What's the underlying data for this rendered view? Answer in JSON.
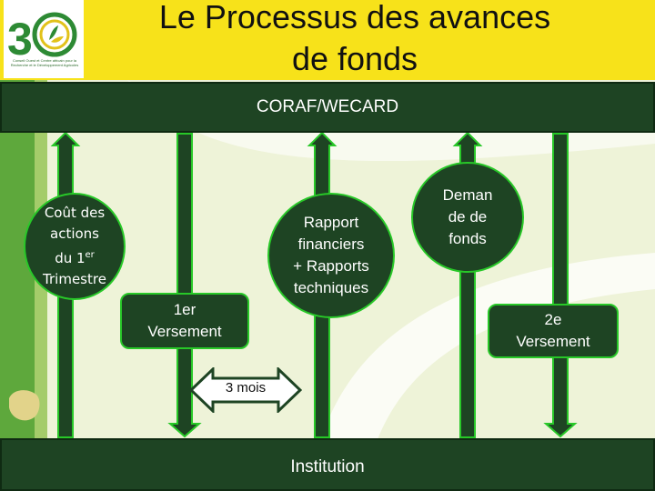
{
  "title": {
    "line1": "Le Processus des avances",
    "line2": "de fonds"
  },
  "logo": {
    "number": "30",
    "caption": "Conseil Ouest et Centre africain pour la Recherche et le Développement Agricoles"
  },
  "coraf_bar": {
    "label": "CORAF/WECARD"
  },
  "institution_bar": {
    "label": "Institution"
  },
  "nodes": {
    "cout": {
      "line1": "Coût des",
      "line2": "actions",
      "line3": "du 1",
      "line3_sup": "er",
      "line4": "Trimestre"
    },
    "rapport": {
      "line1": "Rapport",
      "line2": "financiers",
      "line3": "+ Rapports",
      "line4": "techniques"
    },
    "demande": {
      "line1": "Deman",
      "line2": "de de",
      "line3": "fonds"
    },
    "versement1": {
      "line1": "1er",
      "line2": "Versement"
    },
    "versement2": {
      "line1": "2e",
      "line2": "Versement"
    }
  },
  "duration_arrow": {
    "label": "3 mois"
  },
  "colors": {
    "header": "#f7e21a",
    "dark_green": "#1e4423",
    "node_border": "#28c828",
    "arrow_border": "#28c828"
  }
}
